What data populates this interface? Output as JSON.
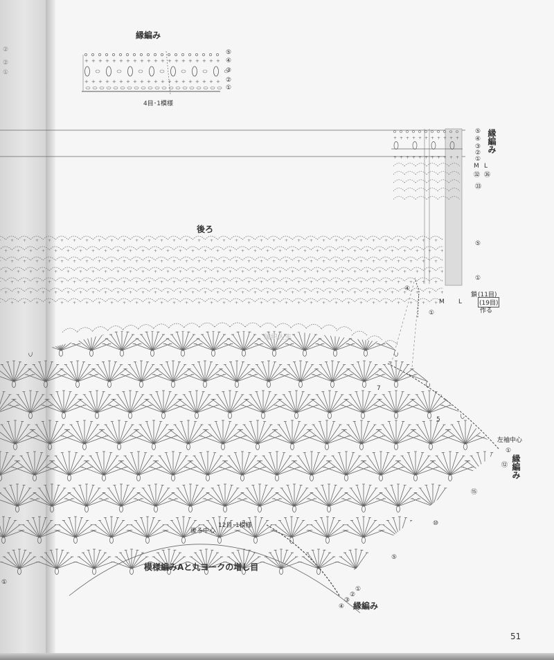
{
  "edging_top": {
    "title": "縁編み",
    "repeat_label": "4目･1模様",
    "row_markers": [
      "⑤",
      "④",
      "③",
      "②",
      "①"
    ]
  },
  "right_panel": {
    "row_markers": [
      "⑤",
      "④",
      "③",
      "②",
      "①"
    ],
    "edging_label": "縁編み",
    "size_m": "M",
    "size_l": "L",
    "rows_m": "㉜",
    "rows_l": "㊱",
    "row_33": "㉝",
    "row_5": "⑤",
    "row_1": "①"
  },
  "back": {
    "title": "後ろ",
    "chain_label": "鎖",
    "chain_m": "(11目)",
    "chain_l": "(19目)",
    "make_label": "作る",
    "size_m": "M",
    "size_l": "L",
    "row_4": "④",
    "row_1": "①"
  },
  "yoke": {
    "title": "模様編みAと丸ヨークの増し目",
    "back_center": "後ろ中心",
    "repeat_label": "12目･1模様",
    "left_sleeve_center": "左袖中心",
    "edging_label": "縁編み",
    "right_markers": [
      "①",
      "⑫",
      "⑮",
      "⑩",
      "⑤"
    ],
    "bottom_markers": [
      "④",
      "③",
      "②",
      "①"
    ],
    "inner_row_7": "7",
    "inner_row_5": "5",
    "left_row": "①"
  },
  "watermark": "编织人生",
  "page_number": "51",
  "left_margin_markers": [
    "②",
    "②",
    "①"
  ]
}
